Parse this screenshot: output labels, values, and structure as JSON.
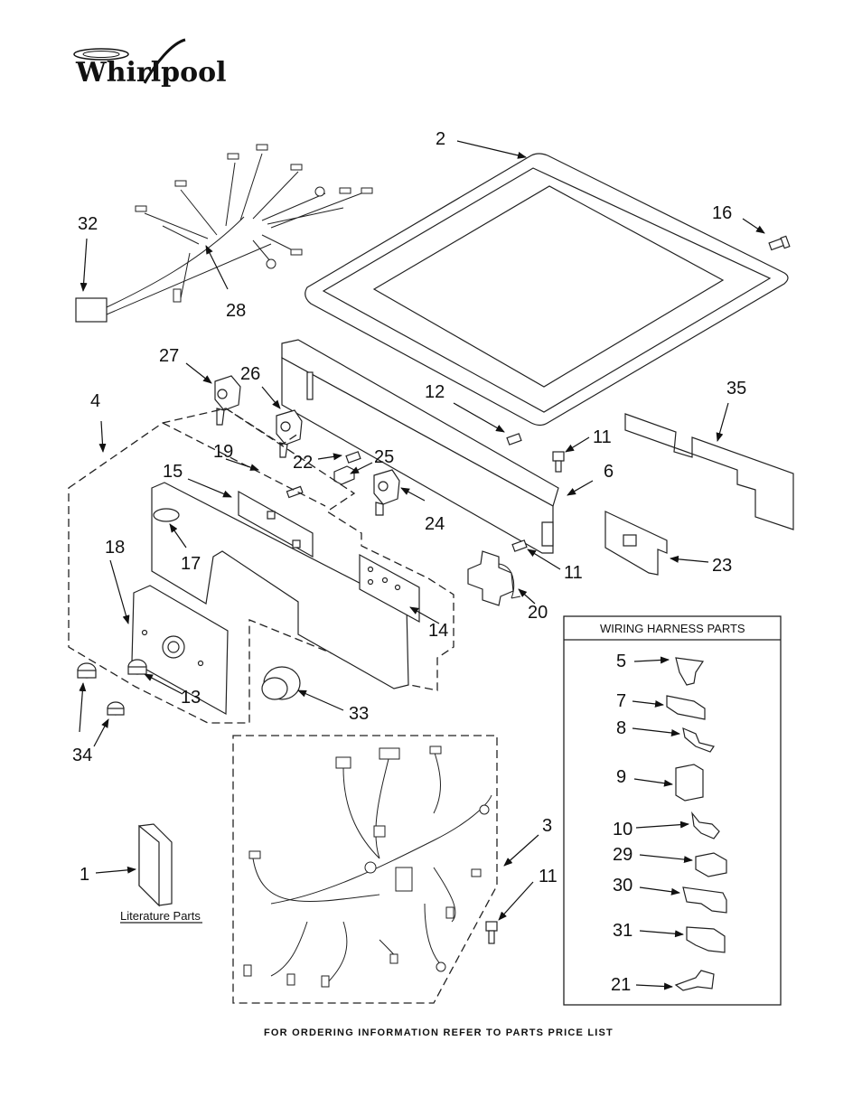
{
  "brand": {
    "name": "Whirlpool"
  },
  "callouts": {
    "c2": "2",
    "c16": "16",
    "c32": "32",
    "c28": "28",
    "c27": "27",
    "c26": "26",
    "c4": "4",
    "c12": "12",
    "c35": "35",
    "c19": "19",
    "c22": "22",
    "c25": "25",
    "c11a": "11",
    "c15": "15",
    "c6": "6",
    "c24": "24",
    "c18": "18",
    "c17": "17",
    "c11b": "11",
    "c23": "23",
    "c20": "20",
    "c14": "14",
    "c13": "13",
    "c33": "33",
    "c34": "34",
    "c3": "3",
    "c11c": "11",
    "c1": "1"
  },
  "literature": {
    "label": "Literature Parts"
  },
  "wiring_box": {
    "title": "WIRING HARNESS PARTS",
    "items": [
      "5",
      "7",
      "8",
      "9",
      "10",
      "29",
      "30",
      "31",
      "21"
    ]
  },
  "footer": {
    "text": "FOR ORDERING INFORMATION REFER TO PARTS PRICE LIST"
  }
}
